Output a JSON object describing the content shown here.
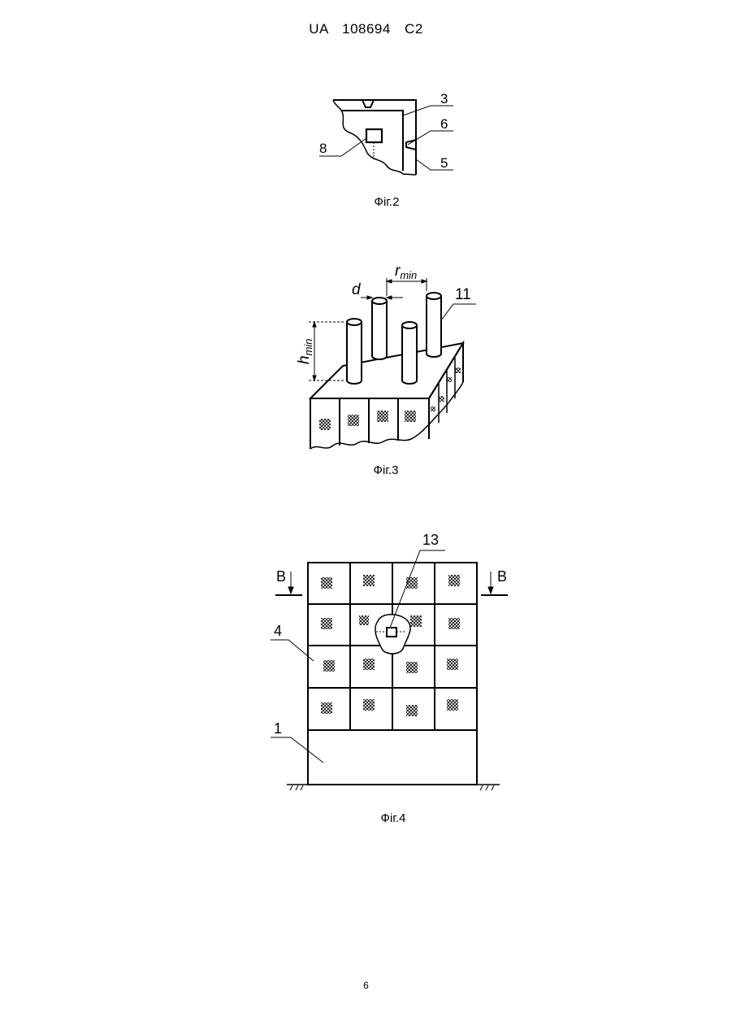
{
  "header": {
    "country": "UA",
    "number": "108694",
    "kind": "C2"
  },
  "fig2": {
    "caption": "Фіг.2",
    "labels": {
      "l3": "3",
      "l6": "6",
      "l5": "5",
      "l8": "8"
    }
  },
  "fig3": {
    "caption": "Фіг.3",
    "labels": {
      "d": "d",
      "r": "r",
      "r_sub": "min",
      "h": "h",
      "h_sub": "min",
      "l11": "11"
    }
  },
  "fig4": {
    "caption": "Фіг.4",
    "labels": {
      "l13": "13",
      "l4": "4",
      "l1": "1",
      "bl": "B",
      "br": "B"
    }
  },
  "page_number": "6"
}
